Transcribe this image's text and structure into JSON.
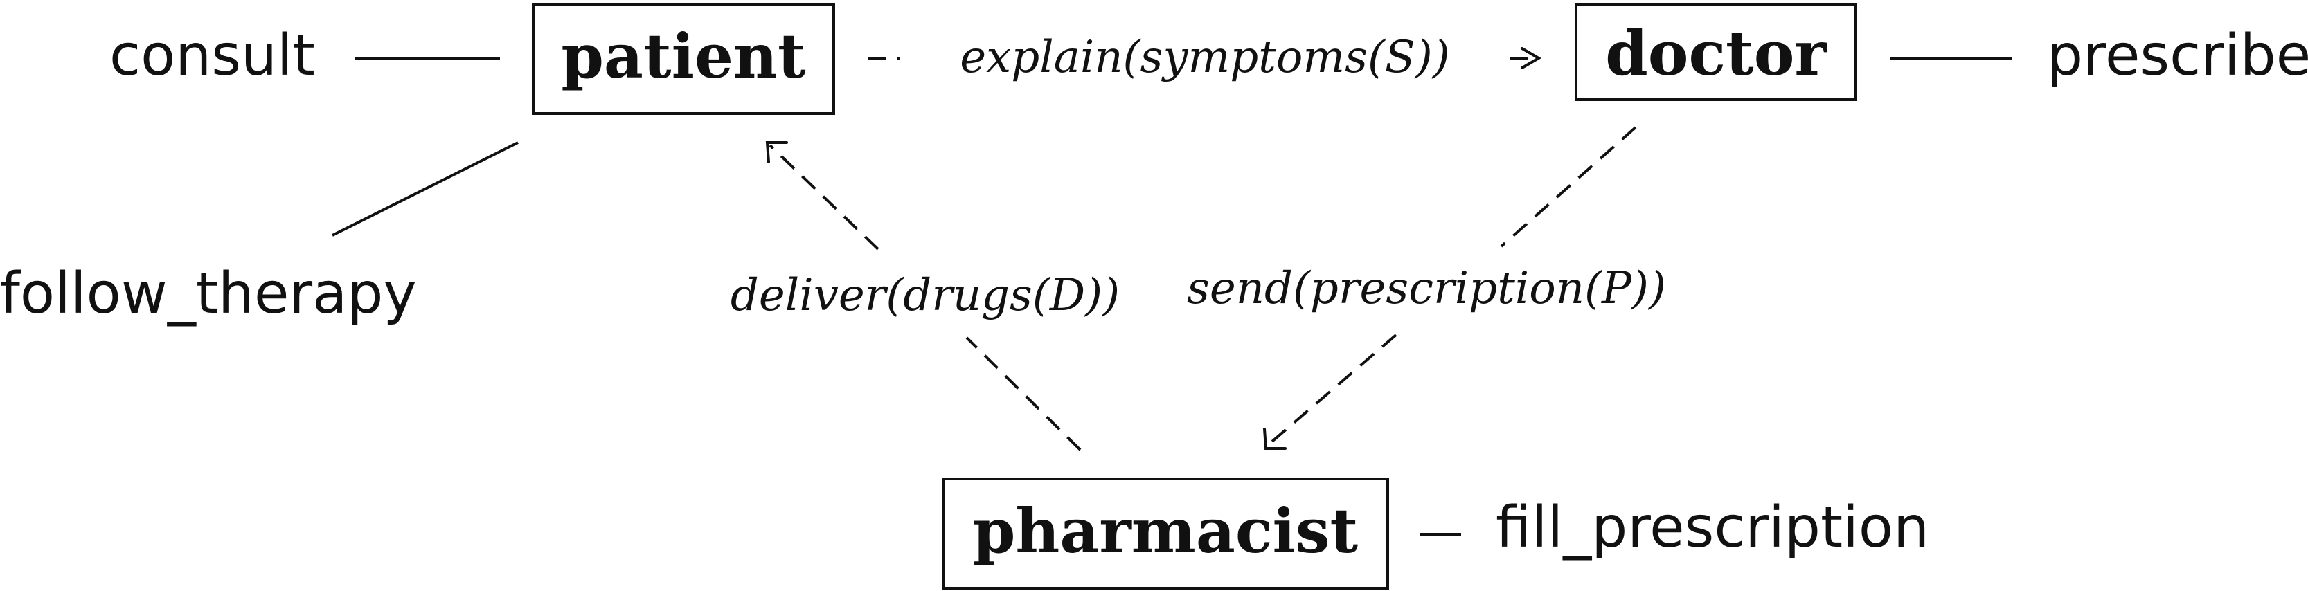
{
  "nodes": {
    "patient": "patient",
    "doctor": "doctor",
    "pharmacist": "pharmacist"
  },
  "tasks": {
    "consult": "consult",
    "prescribe": "prescribe",
    "follow_therapy": "follow_therapy",
    "fill_prescription": "fill_prescription"
  },
  "messages": {
    "explain": "explain(symptoms(S))",
    "deliver": "deliver(drugs(D))",
    "send": "send(prescription(P))"
  },
  "colors": {
    "stroke": "#111111",
    "background": "#ffffff"
  }
}
